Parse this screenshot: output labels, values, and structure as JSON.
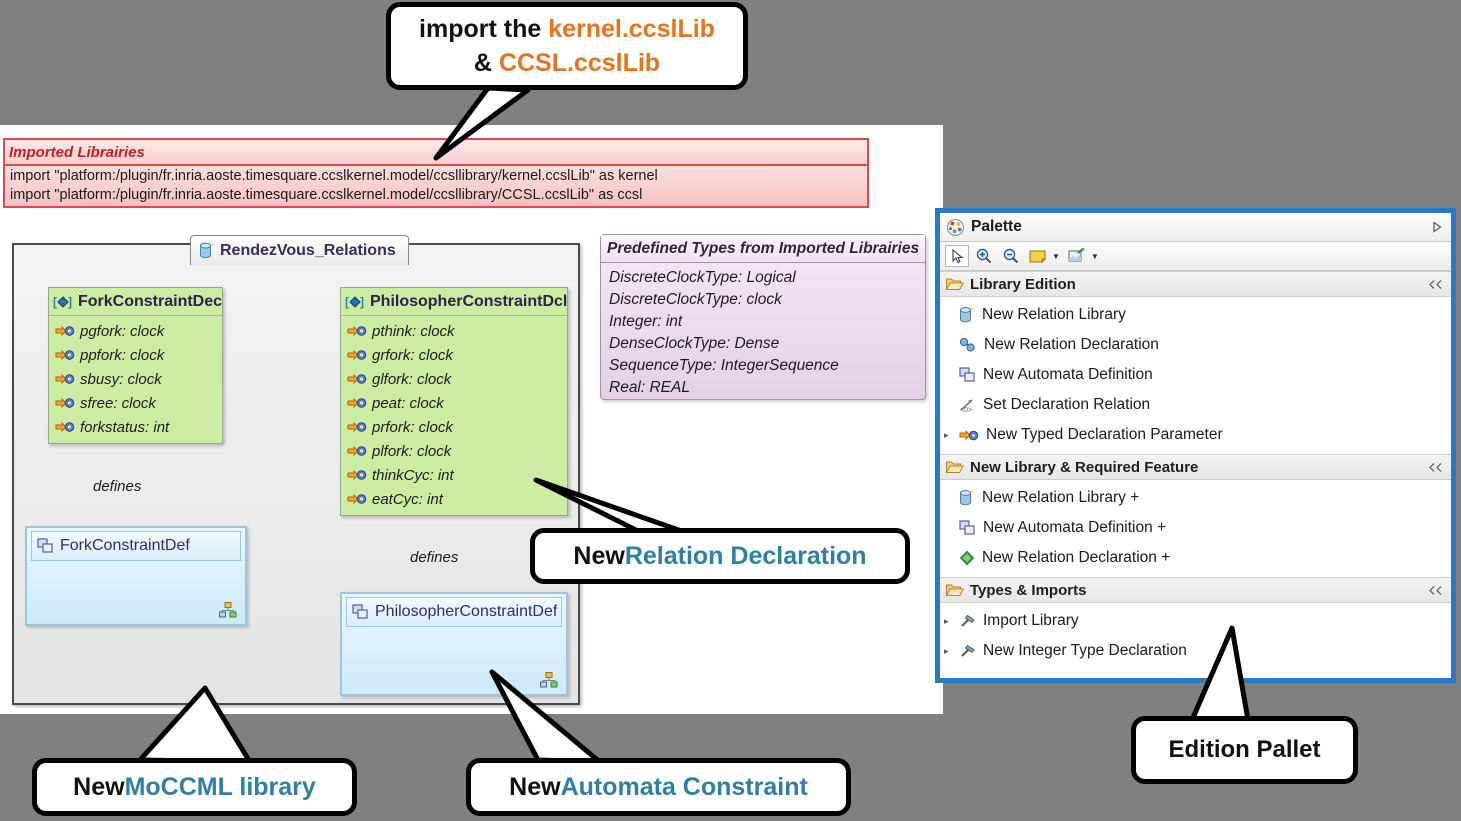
{
  "window": {
    "background_color": "#808080"
  },
  "callouts": [
    {
      "id": "import-callout",
      "lines": [
        {
          "parts": [
            {
              "t": "import ",
              "c": "black",
              "bold": true
            },
            {
              "t": "the ",
              "c": "black"
            },
            {
              "t": "kernel.ccslLib",
              "c": "orange"
            }
          ]
        },
        {
          "parts": [
            {
              "t": "& ",
              "c": "black"
            },
            {
              "t": "CCSL.ccslLib",
              "c": "orange"
            }
          ]
        }
      ]
    },
    {
      "id": "relation-declaration-callout",
      "lines": [
        {
          "parts": [
            {
              "t": "New ",
              "c": "black",
              "bold": true
            },
            {
              "t": "Relation Declaration",
              "c": "teal",
              "bold": true
            }
          ]
        }
      ]
    },
    {
      "id": "moccml-library-callout",
      "lines": [
        {
          "parts": [
            {
              "t": "New ",
              "c": "black",
              "bold": true
            },
            {
              "t": "MoCCML library",
              "c": "teal",
              "bold": true
            }
          ]
        }
      ]
    },
    {
      "id": "automata-constraint-callout",
      "lines": [
        {
          "parts": [
            {
              "t": "New ",
              "c": "black",
              "bold": true
            },
            {
              "t": "Automata Constraint",
              "c": "teal",
              "bold": true
            }
          ]
        }
      ]
    },
    {
      "id": "edition-pallet-callout",
      "lines": [
        {
          "parts": [
            {
              "t": "Edition Pallet",
              "c": "black",
              "bold": true
            }
          ]
        }
      ]
    }
  ],
  "imported_libraries": {
    "title": "Imported Librairies",
    "lines": [
      "import \"platform:/plugin/fr.inria.aoste.timesquare.ccslkernel.model/ccsllibrary/kernel.ccslLib\" as kernel",
      "import \"platform:/plugin/fr.inria.aoste.timesquare.ccslkernel.model/ccsllibrary/CCSL.ccslLib\" as ccsl"
    ],
    "border_color": "#D94A4A",
    "title_color": "#C81E1E"
  },
  "diagram": {
    "library_tab": {
      "label": "RendezVous_Relations",
      "icon": "relation-library-icon"
    },
    "declarations": [
      {
        "name": "ForkConstraintDecl",
        "icon": "declaration-diamond-icon",
        "attributes": [
          "pgfork: clock",
          "ppfork: clock",
          "sbusy: clock",
          "sfree: clock",
          "forkstatus: int"
        ]
      },
      {
        "name": "PhilosopherConstraintDcl",
        "icon": "declaration-diamond-icon",
        "attributes": [
          "pthink: clock",
          "grfork: clock",
          "glfork: clock",
          "peat: clock",
          "prfork: clock",
          "plfork: clock",
          "thinkCyc: int",
          "eatCyc: int"
        ]
      }
    ],
    "definitions": [
      {
        "name": "ForkConstraintDef",
        "icon": "automata-definition-icon"
      },
      {
        "name": "PhilosopherConstraintDef",
        "icon": "automata-definition-icon"
      }
    ],
    "link_labels": [
      "defines",
      "defines"
    ],
    "types_note": {
      "title": "Predefined Types from Imported Librairies",
      "entries": [
        "DiscreteClockType: Logical",
        "DiscreteClockType: clock",
        "Integer: int",
        "DenseClockType: Dense",
        "SequenceType: IntegerSequence",
        "Real: REAL"
      ]
    }
  },
  "palette": {
    "title": "Palette",
    "title_icon": "palette-icon",
    "expand_icon": "expand-triangle-icon",
    "toolbar": [
      {
        "name": "select-tool",
        "icon": "cursor-icon",
        "selected": true
      },
      {
        "name": "zoom-in-tool",
        "icon": "zoom-in-icon",
        "selected": false
      },
      {
        "name": "zoom-out-tool",
        "icon": "zoom-out-icon",
        "selected": false
      },
      {
        "name": "note-tool",
        "icon": "note-icon",
        "selected": false,
        "has_caret": true
      },
      {
        "name": "attach-note-tool",
        "icon": "note-attachment-icon",
        "selected": false,
        "has_caret": true
      }
    ],
    "sections": [
      {
        "title": "Library Edition",
        "icon": "open-folder-icon",
        "collapse_icon": "collapse-icon",
        "items": [
          {
            "label": "New Relation Library",
            "icon": "relation-library-icon",
            "arrow": false
          },
          {
            "label": "New Relation Declaration",
            "icon": "relation-declaration-icon",
            "arrow": false
          },
          {
            "label": "New Automata Definition",
            "icon": "automata-definition-icon",
            "arrow": false
          },
          {
            "label": "Set Declaration Relation",
            "icon": "set-declaration-relation-icon",
            "arrow": false
          },
          {
            "label": "New Typed Declaration Parameter",
            "icon": "typed-declaration-parameter-icon",
            "arrow": true
          }
        ]
      },
      {
        "title": "New Library & Required Feature",
        "icon": "open-folder-icon",
        "collapse_icon": "collapse-icon",
        "items": [
          {
            "label": "New Relation Library +",
            "icon": "relation-library-icon",
            "arrow": false
          },
          {
            "label": "New Automata Definition +",
            "icon": "automata-definition-icon",
            "arrow": false
          },
          {
            "label": "New Relation Declaration +",
            "icon": "green-diamond-icon",
            "arrow": false
          }
        ]
      },
      {
        "title": "Types & Imports",
        "icon": "open-folder-icon",
        "collapse_icon": "collapse-icon",
        "items": [
          {
            "label": "Import Library",
            "icon": "hammer-icon",
            "arrow": true
          },
          {
            "label": "New Integer Type Declaration",
            "icon": "hammer-icon",
            "arrow": true
          }
        ]
      }
    ],
    "border_color": "#2B79C2"
  },
  "colors": {
    "orange": "#E8731C",
    "teal": "#2E7FA8",
    "declaration_green": "#CDECA3",
    "definition_blue": "#CDE9F8",
    "note_purple": "#E3D0E6"
  }
}
